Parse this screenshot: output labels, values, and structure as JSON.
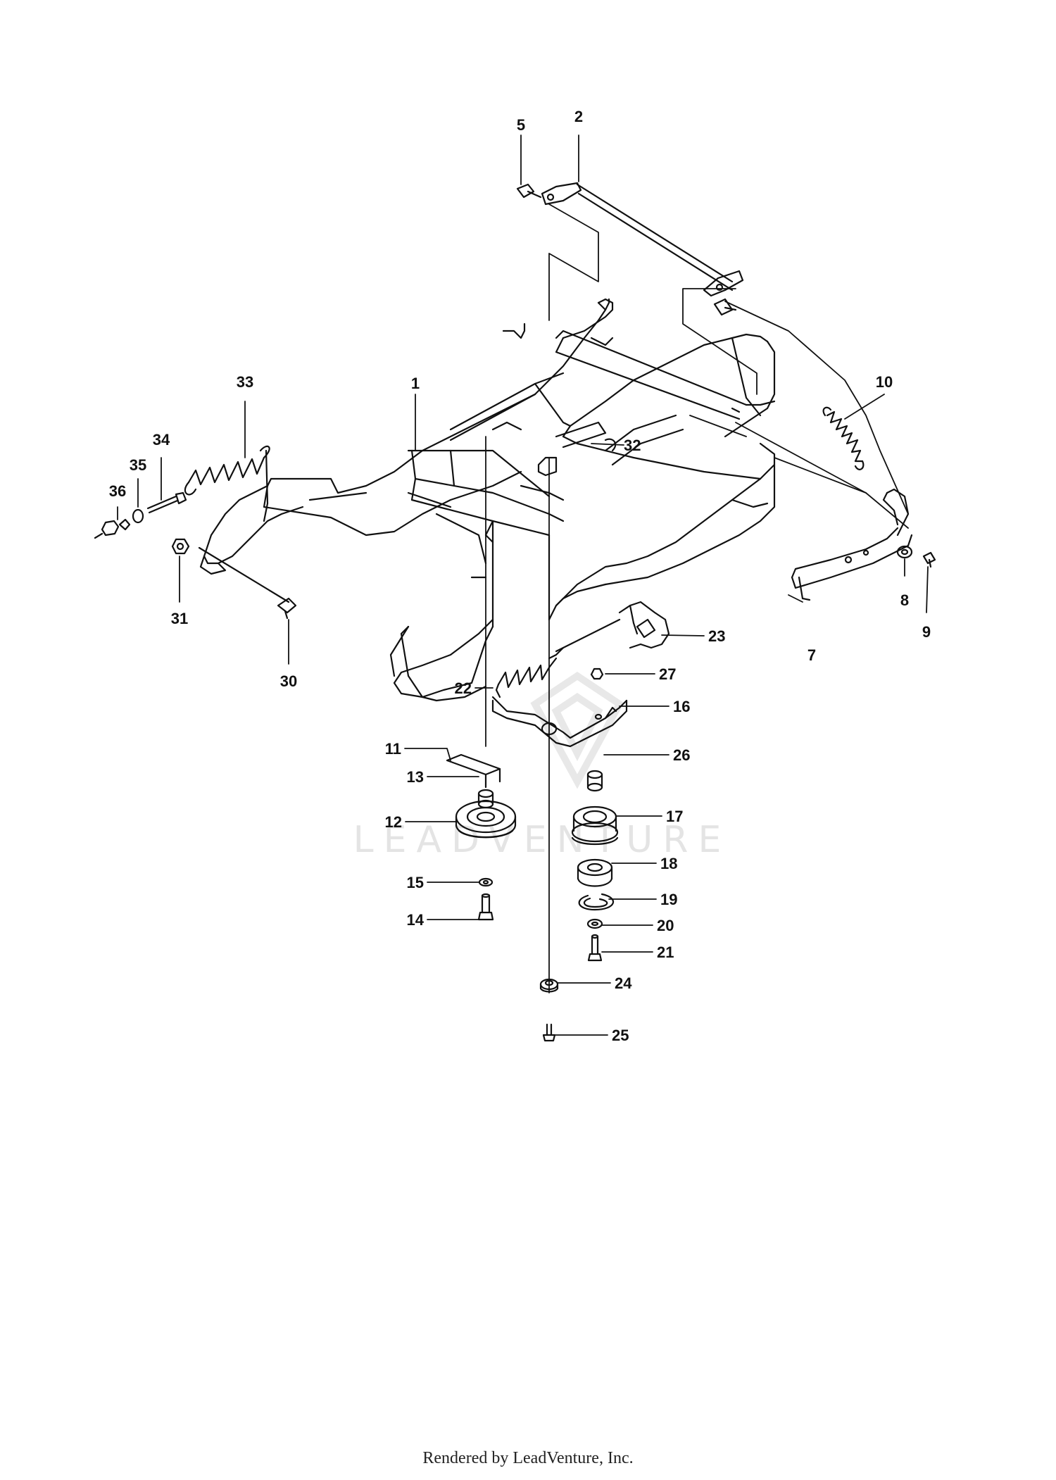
{
  "watermark": "LEADVENTURE",
  "footer": "Rendered by LeadVenture, Inc.",
  "callouts": [
    "1",
    "2",
    "5",
    "7",
    "8",
    "9",
    "10",
    "11",
    "12",
    "13",
    "14",
    "15",
    "16",
    "17",
    "18",
    "19",
    "20",
    "21",
    "22",
    "23",
    "24",
    "25",
    "26",
    "27",
    "30",
    "31",
    "32",
    "33",
    "34",
    "35",
    "36"
  ],
  "colors": {
    "line": "#111111",
    "watermark": "#e4e4e4"
  }
}
